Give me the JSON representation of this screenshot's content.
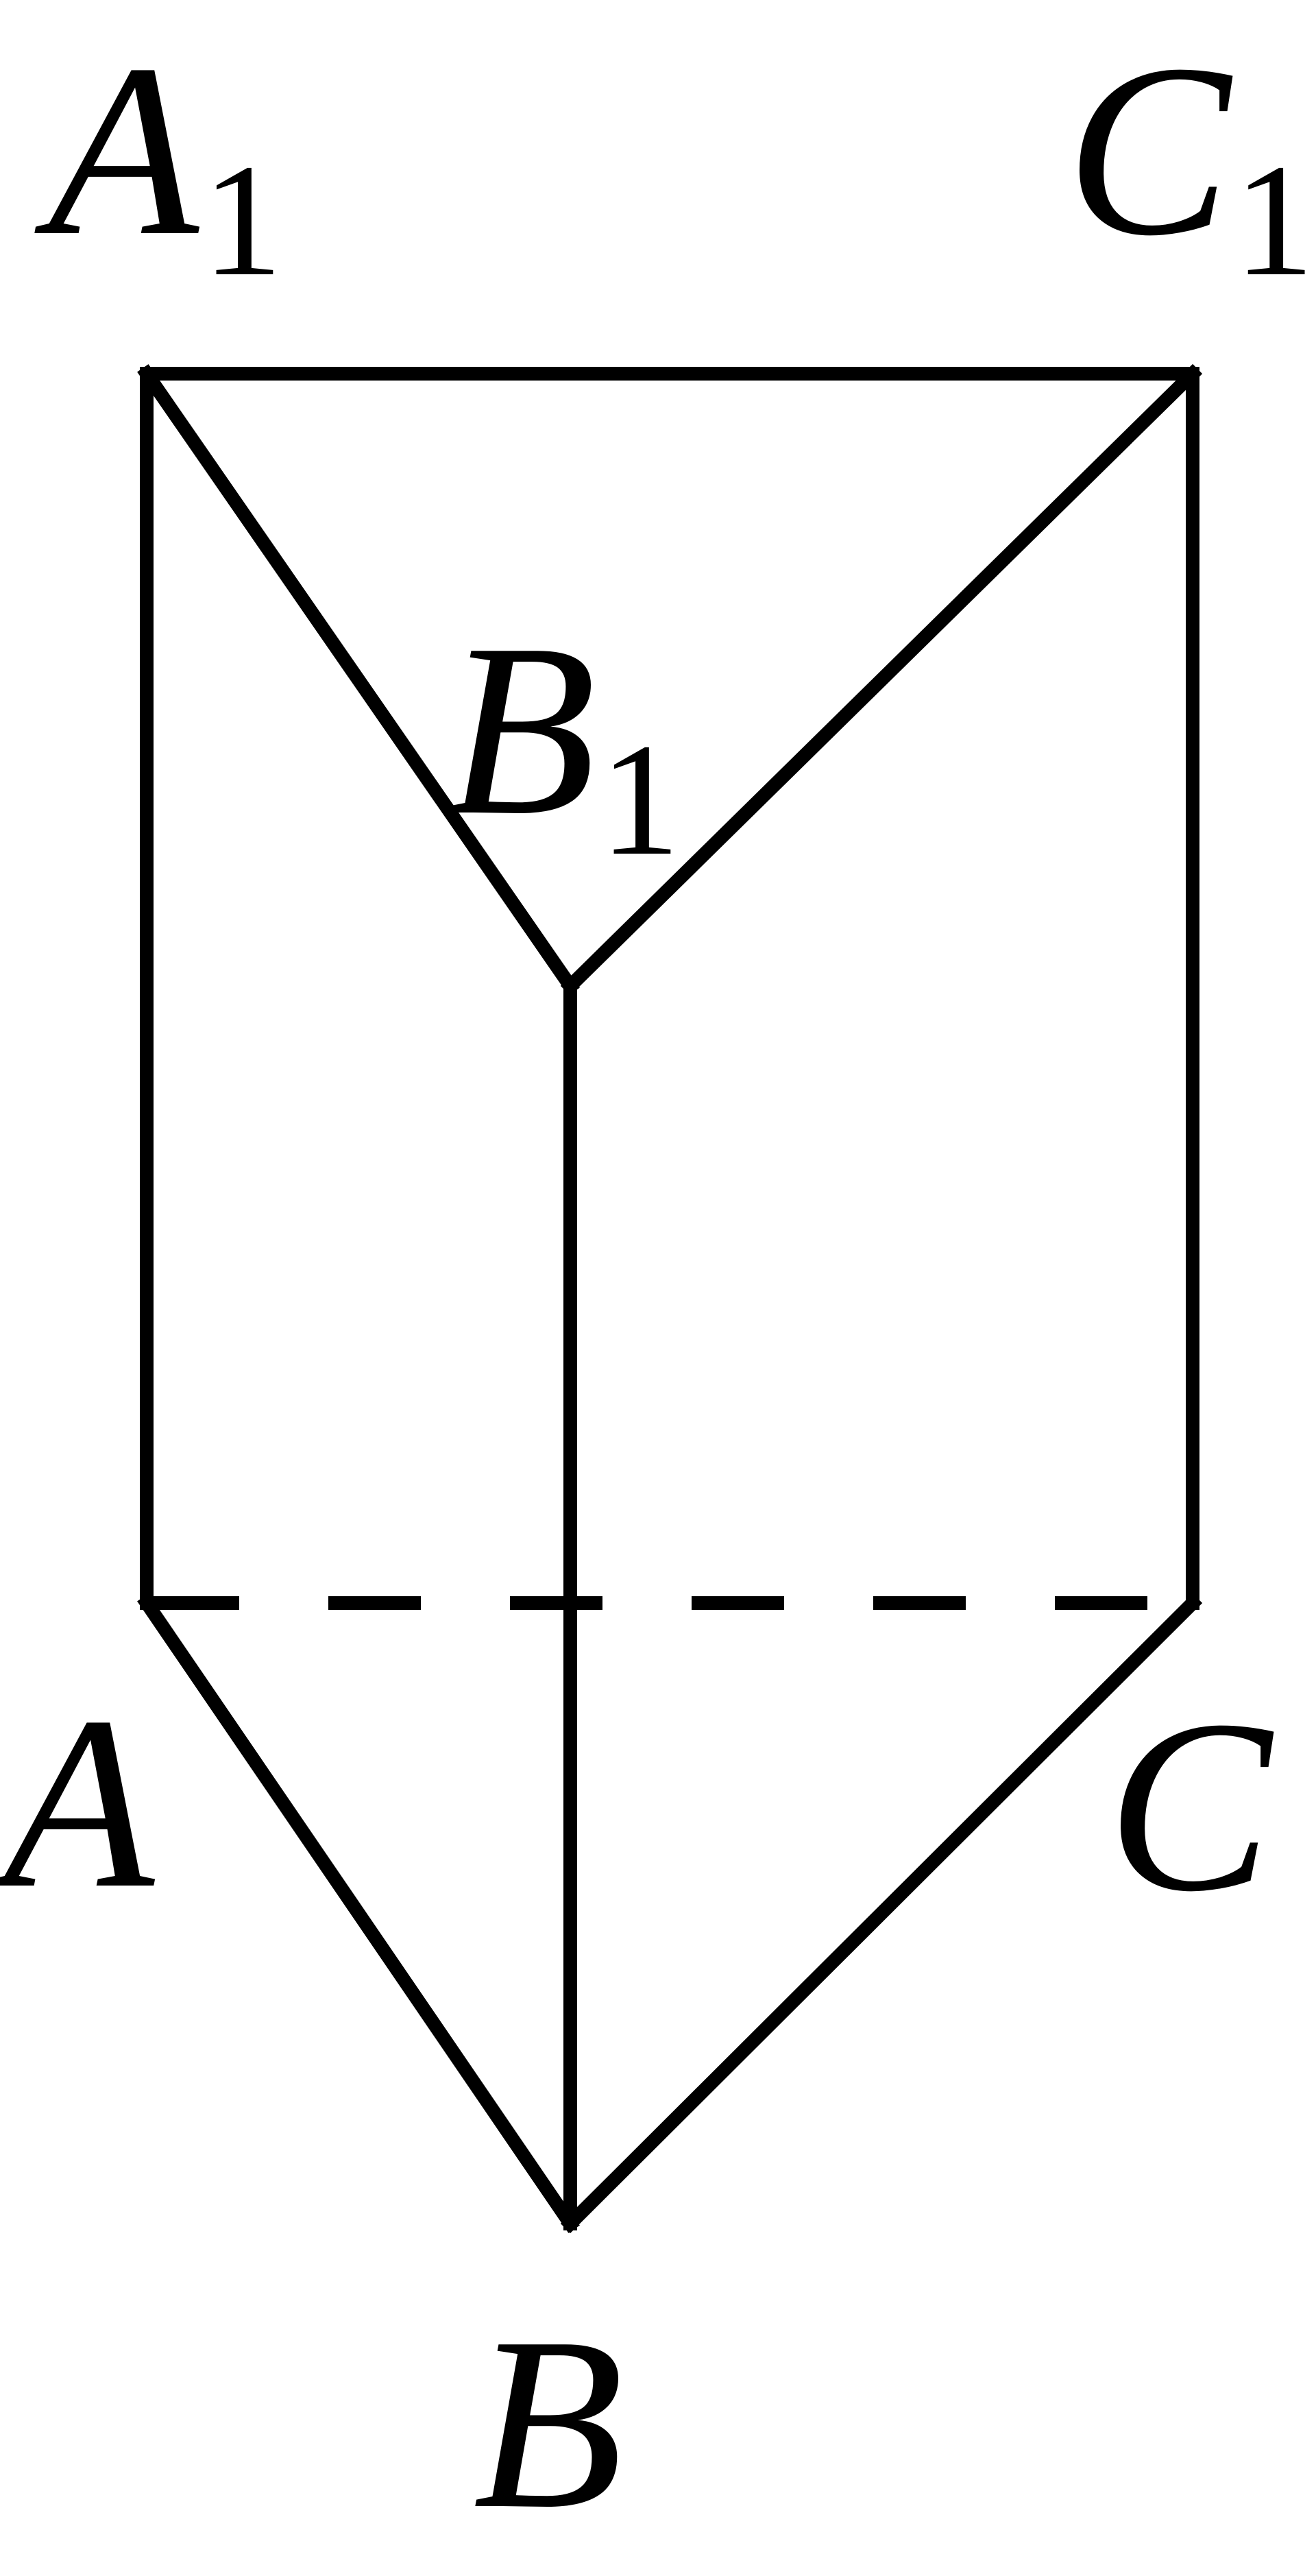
{
  "vertices": {
    "A": {
      "name": "A",
      "sub": ""
    },
    "B": {
      "name": "B",
      "sub": ""
    },
    "C": {
      "name": "C",
      "sub": ""
    },
    "A1": {
      "name": "A",
      "sub": "1"
    },
    "B1": {
      "name": "B",
      "sub": "1"
    },
    "C1": {
      "name": "C",
      "sub": "1"
    }
  },
  "colors": {
    "stroke": "#000000",
    "background": "#ffffff"
  }
}
